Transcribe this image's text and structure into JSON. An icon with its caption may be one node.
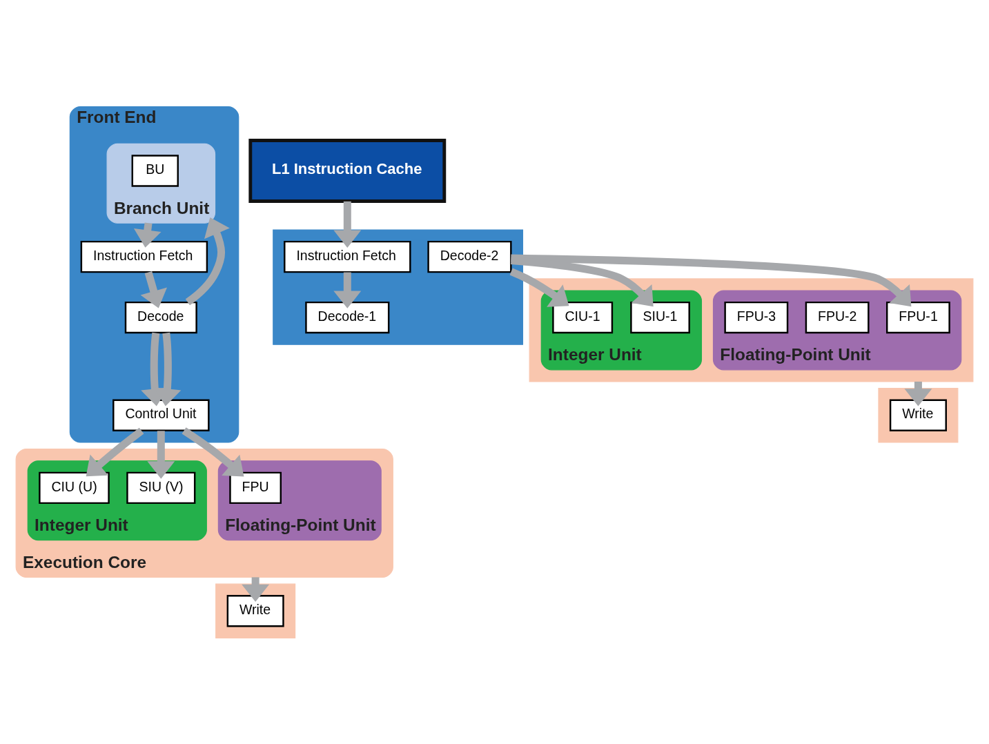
{
  "diagram": {
    "nodes": [
      {
        "text": [
          "Front End"
        ]
      },
      {
        "text": [
          "Instruction Fetch"
        ],
        "in": 0
      },
      {
        "text": [
          "Branch Unit"
        ],
        "in": 0
      },
      {
        "text": [
          "BU"
        ],
        "in": 2
      },
      {
        "text": [
          "Decode"
        ],
        "in": 0
      },
      {
        "text": [
          "Control Unit"
        ],
        "in": 0
      },
      {
        "text": [
          "Execution Core"
        ]
      },
      {
        "text": [
          "Floating-Point Unit"
        ],
        "in": 6
      },
      {
        "text": [
          "FPU"
        ],
        "in": 7
      },
      {
        "text": [
          "Integer Unit"
        ],
        "in": 6
      },
      {
        "text": [
          "SIU (V)"
        ],
        "in": 9
      },
      {
        "text": [
          "CIU (U)"
        ],
        "in": 9
      },
      {
        "text": [],
        "shape": "box"
      },
      {
        "text": [
          "Write"
        ],
        "in": 12
      },
      {
        "text": [
          "L1 Instruction Cache"
        ]
      },
      {
        "text": [],
        "shape": "box"
      },
      {
        "text": [
          "Instruction Fetch"
        ],
        "in": 15
      },
      {
        "text": [
          "Decode-1"
        ],
        "in": 15
      },
      {
        "text": [
          "Decode-2"
        ],
        "in": 15
      },
      {
        "text": [],
        "shape": "box"
      },
      {
        "text": [
          "Floating-Point Unit"
        ],
        "in": 19
      },
      {
        "text": [
          "FPU-1"
        ],
        "in": 20
      },
      {
        "text": [
          "FPU-2"
        ],
        "in": 20
      },
      {
        "text": [
          "FPU-3"
        ],
        "in": 20
      },
      {
        "text": [
          "Integer Unit"
        ],
        "in": 19
      },
      {
        "text": [
          "SIU-1"
        ],
        "in": 24
      },
      {
        "text": [
          "CIU-1"
        ],
        "in": 24
      },
      {
        "text": [],
        "shape": "box"
      },
      {
        "text": [
          "Write"
        ],
        "in": 27
      }
    ],
    "edges": [
      {
        "from": 2,
        "to": 1,
        "arrow": "to"
      },
      {
        "from": 1,
        "to": 4,
        "arrow": "to"
      },
      {
        "from": 4,
        "to": 2,
        "arrow": "to"
      },
      {
        "from": 4,
        "to": 5,
        "arrow": "to"
      },
      {
        "from": 4,
        "to": 5,
        "arrow": "to"
      },
      {
        "from": 5,
        "to": 8,
        "arrow": "to"
      },
      {
        "from": 5,
        "to": 10,
        "arrow": "to"
      },
      {
        "from": 5,
        "to": 11,
        "arrow": "to"
      },
      {
        "from": 6,
        "to": 13,
        "arrow": "to"
      },
      {
        "from": 14,
        "to": 16,
        "arrow": "to"
      },
      {
        "from": 16,
        "to": 17,
        "arrow": "to"
      },
      {
        "from": 18,
        "to": 21,
        "arrow": "to"
      },
      {
        "from": 18,
        "to": 25,
        "arrow": "to"
      },
      {
        "from": 18,
        "to": 26,
        "arrow": "to"
      },
      {
        "from": 19,
        "to": 28,
        "arrow": "to"
      }
    ]
  }
}
